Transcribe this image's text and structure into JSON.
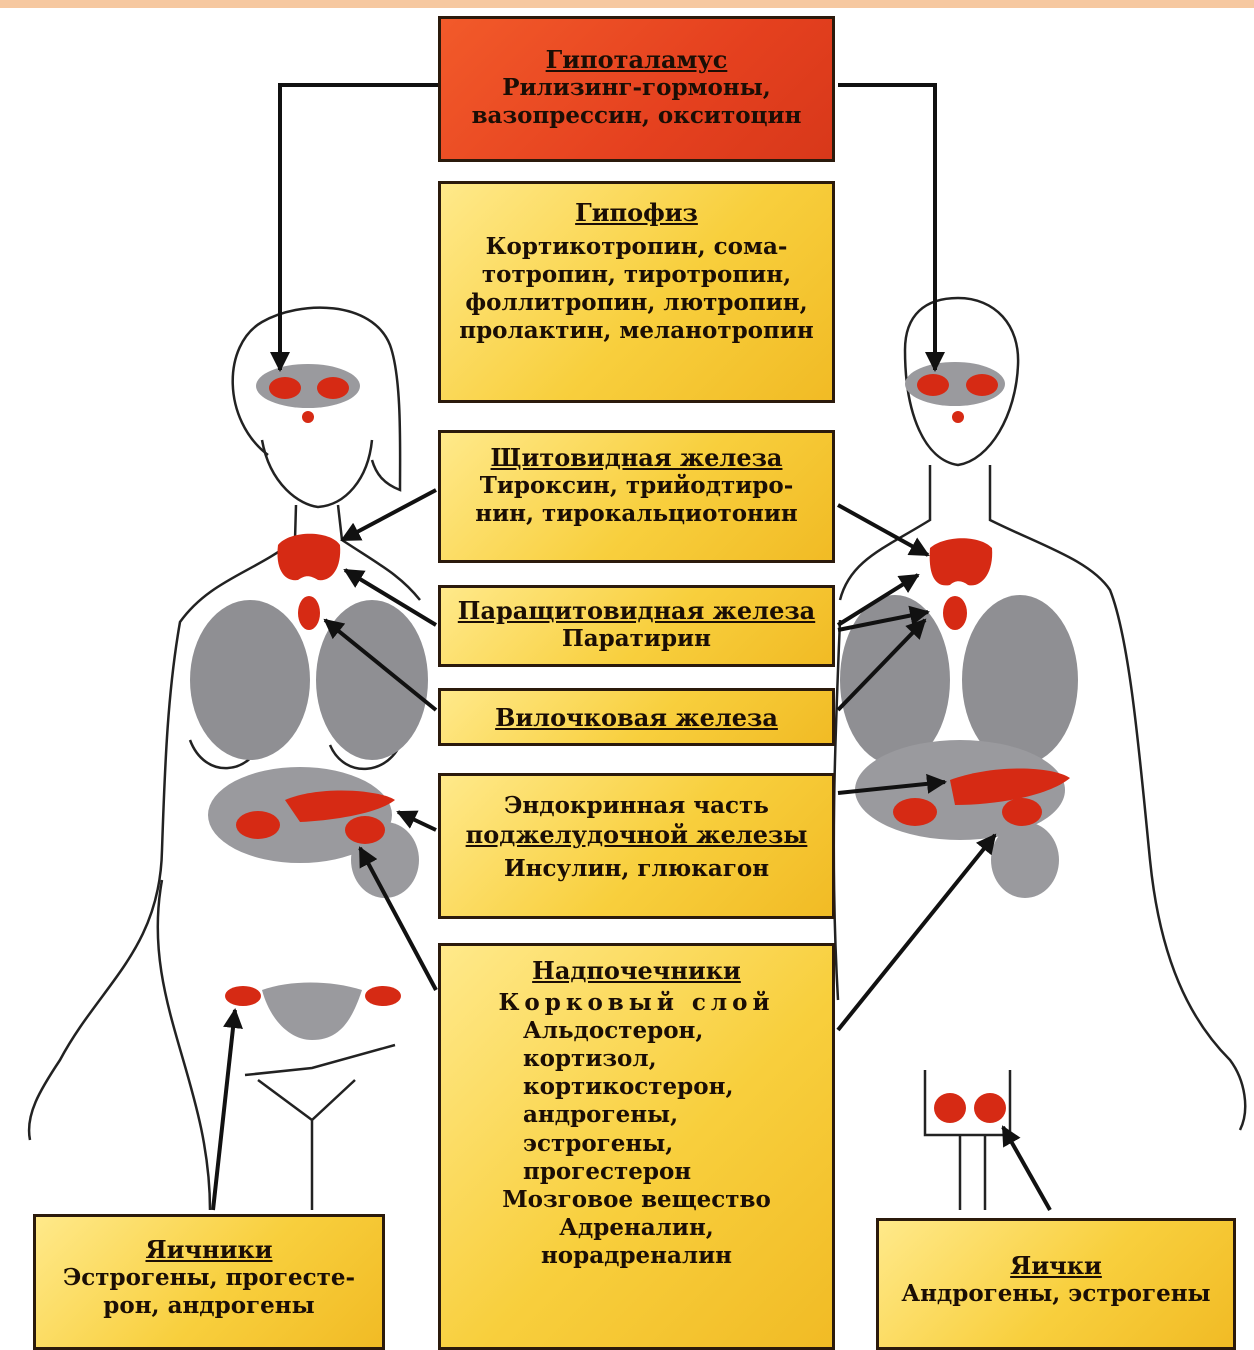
{
  "colors": {
    "box_fill": "#f8cf3d",
    "hypothalamus_fill": "#e5411f",
    "gland_red": "#d62a14",
    "organ_gray": "#8f8f93",
    "top_band": "#f6c8a0"
  },
  "boxes": {
    "hypothalamus": {
      "title": "Гипоталамус",
      "lines": [
        "Рилизинг-гормоны,",
        "вазопрессин, окситоцин"
      ]
    },
    "pituitary": {
      "title": "Гипофиз",
      "lines": [
        "Кортикотропин, сома-",
        "тотропин, тиротропин,",
        "фоллитропин, лютропин,",
        "пролактин, меланотропин"
      ]
    },
    "thyroid": {
      "title": "Щитовидная железа",
      "lines": [
        "Тироксин, трийодтиро-",
        "нин, тирокальциотонин"
      ]
    },
    "parathyroid": {
      "title": "Паращитовидная железа",
      "lines": [
        "Паратирин"
      ]
    },
    "thymus": {
      "title": "Вилочковая железа"
    },
    "pancreas": {
      "line1": "Эндокринная часть",
      "title": "поджелудочной железы",
      "lines": [
        "Инсулин, глюкагон"
      ]
    },
    "adrenal": {
      "title": "Надпочечники",
      "cortex": "Корковый слой",
      "lines": [
        "Альдостерон,",
        "кортизол,",
        "кортикостерон,",
        "андрогены,",
        "эстрогены,",
        "прогестерон"
      ],
      "medulla": "Мозговое вещество",
      "medulla_lines": [
        "Адреналин,",
        "норадреналин"
      ]
    },
    "ovaries": {
      "title": "Яичники",
      "lines": [
        "Эстрогены, прогесте-",
        "рон, андрогены"
      ]
    },
    "testes": {
      "title": "Яички",
      "lines": [
        "Андрогены, эстрогены"
      ]
    }
  }
}
